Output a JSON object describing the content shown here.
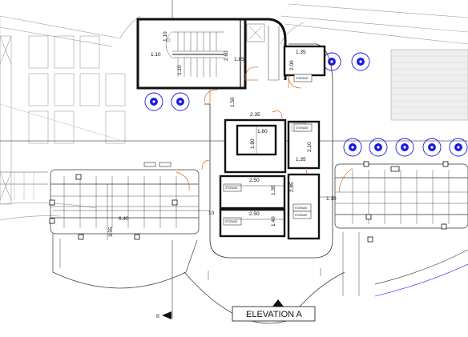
{
  "drawing": {
    "elevation_label": "ELEVATION A",
    "section_marker": "B",
    "dimensions": {
      "stair_w": "1.10",
      "stair_up": "1.10",
      "stair_len": "2.60",
      "stair_mid": "1.10",
      "lift_lobby": "1.85",
      "corr_vert": "1.50",
      "room_tr_w": "1.35",
      "room_tr_h": "2.00",
      "lobby_w": "2.35",
      "shaft_w": "1.80",
      "shaft_h": "1.80",
      "room_mr_h": "2.10",
      "room_mr_w": "1.35",
      "store_a_w": "2.50",
      "store_a_h": "1.35",
      "store_b_w": "2.50",
      "store_b_h": "1.40",
      "wc_h": "2.85",
      "right_gap": "1.10",
      "left_row": "6.40",
      "left_col": "3.55",
      "left_gap": "10"
    },
    "room_tags": [
      "STORAGE",
      "STORAGE",
      "STORAGE",
      "STORAGE",
      "STORAGE",
      "STORAGE"
    ]
  }
}
